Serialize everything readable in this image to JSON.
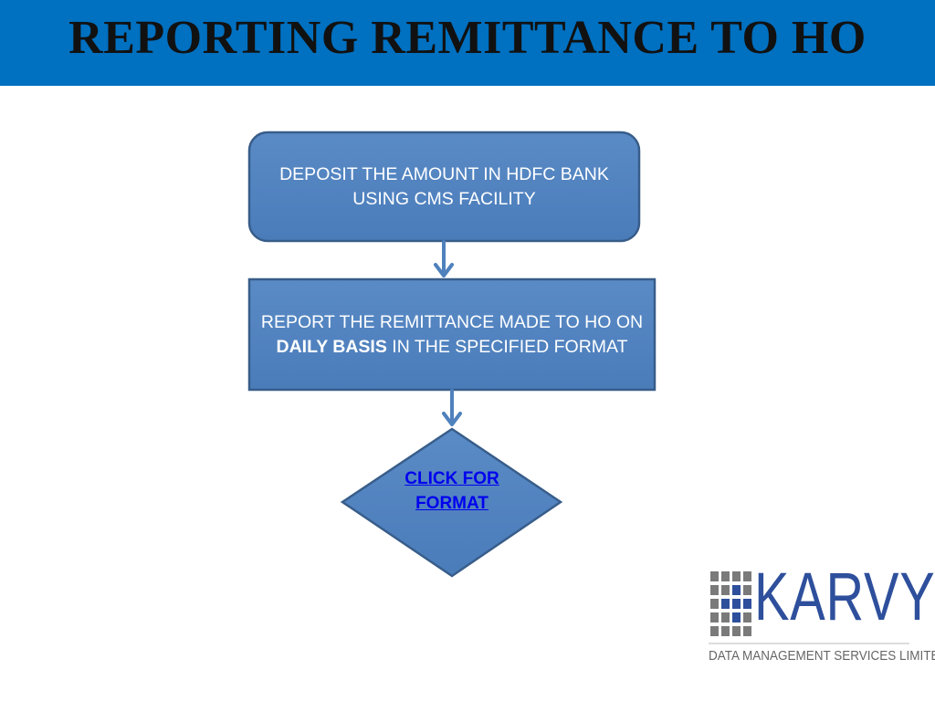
{
  "slide": {
    "title": "REPORTING REMITTANCE TO HO"
  },
  "flow": {
    "step1": "DEPOSIT THE AMOUNT IN HDFC BANK  USING CMS FACILITY",
    "step2_pre": "REPORT THE REMITTANCE MADE TO HO ON ",
    "step2_bold": "DAILY BASIS",
    "step2_post": " IN THE SPECIFIED FORMAT",
    "decision_link": "CLICK FOR FORMAT"
  },
  "logo": {
    "name": "KARVY",
    "subtitle": "DATA MANAGEMENT SERVICES LIMITED"
  },
  "colors": {
    "title_bar": "#0070c0",
    "shape_fill": "#4f81bd",
    "shape_border": "#385d8a",
    "link": "#0000ee"
  }
}
